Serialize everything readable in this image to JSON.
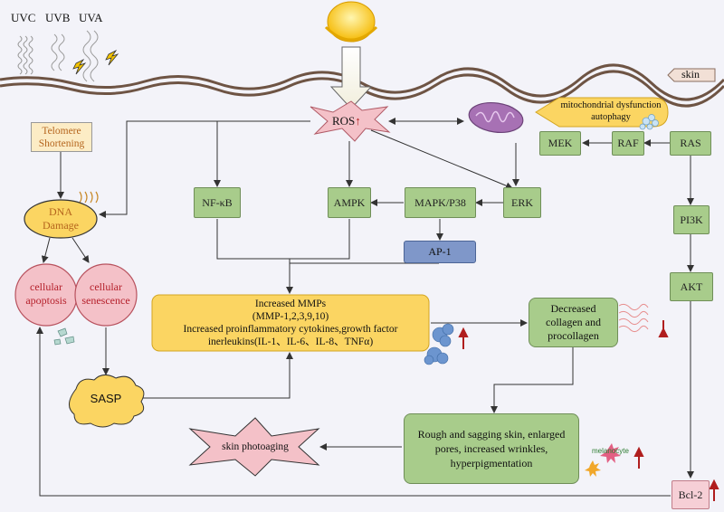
{
  "uv": {
    "uvc": "UVC",
    "uvb": "UVB",
    "uva": "UVA"
  },
  "skin_label": "skin",
  "ros": {
    "label": "ROS",
    "arrow": "↑"
  },
  "mito": {
    "line1": "mitochondrial dysfunction",
    "line2": "autophagy"
  },
  "telomere": {
    "line1": "Telomere",
    "line2": "Shortening"
  },
  "dna": {
    "line1": "DNA",
    "line2": "Damage"
  },
  "apoptosis": {
    "line1": "cellular",
    "line2": "apoptosis"
  },
  "senescence": {
    "line1": "cellular",
    "line2": "senescence"
  },
  "sasp": "SASP",
  "nfkb": "NF-κB",
  "ampk": "AMPK",
  "mapk": "MAPK/P38",
  "erk": "ERK",
  "mek": "MEK",
  "raf": "RAF",
  "ras": "RAS",
  "pi3k": "PI3K",
  "akt": "AKT",
  "ap1": "AP-1",
  "mmp": {
    "line1": "Increased MMPs",
    "line2": "(MMP-1,2,3,9,10)",
    "line3": "Increased proinflammatory cytokines,growth factor",
    "line4": "inerleukins(IL-1、IL-6、IL-8、TNFα)"
  },
  "collagen": {
    "line1": "Decreased",
    "line2": "collagen and",
    "line3": "procollagen"
  },
  "rough": {
    "line1": "Rough and sagging skin, enlarged",
    "line2": "pores, increased wrinkles,",
    "line3": "hyperpigmentation"
  },
  "photoaging": "skin photoaging",
  "melanocyte": "melanocyte",
  "bcl2": "Bcl-2",
  "up_arrow": "↑",
  "colors": {
    "green_fill": "#a8cc8b",
    "yellow_fill": "#fbd562",
    "pink_fill": "#f4c1c8",
    "blue_fill": "#7f97c9",
    "red_arrow": "#b01e1e",
    "skin": "#6e5444"
  }
}
